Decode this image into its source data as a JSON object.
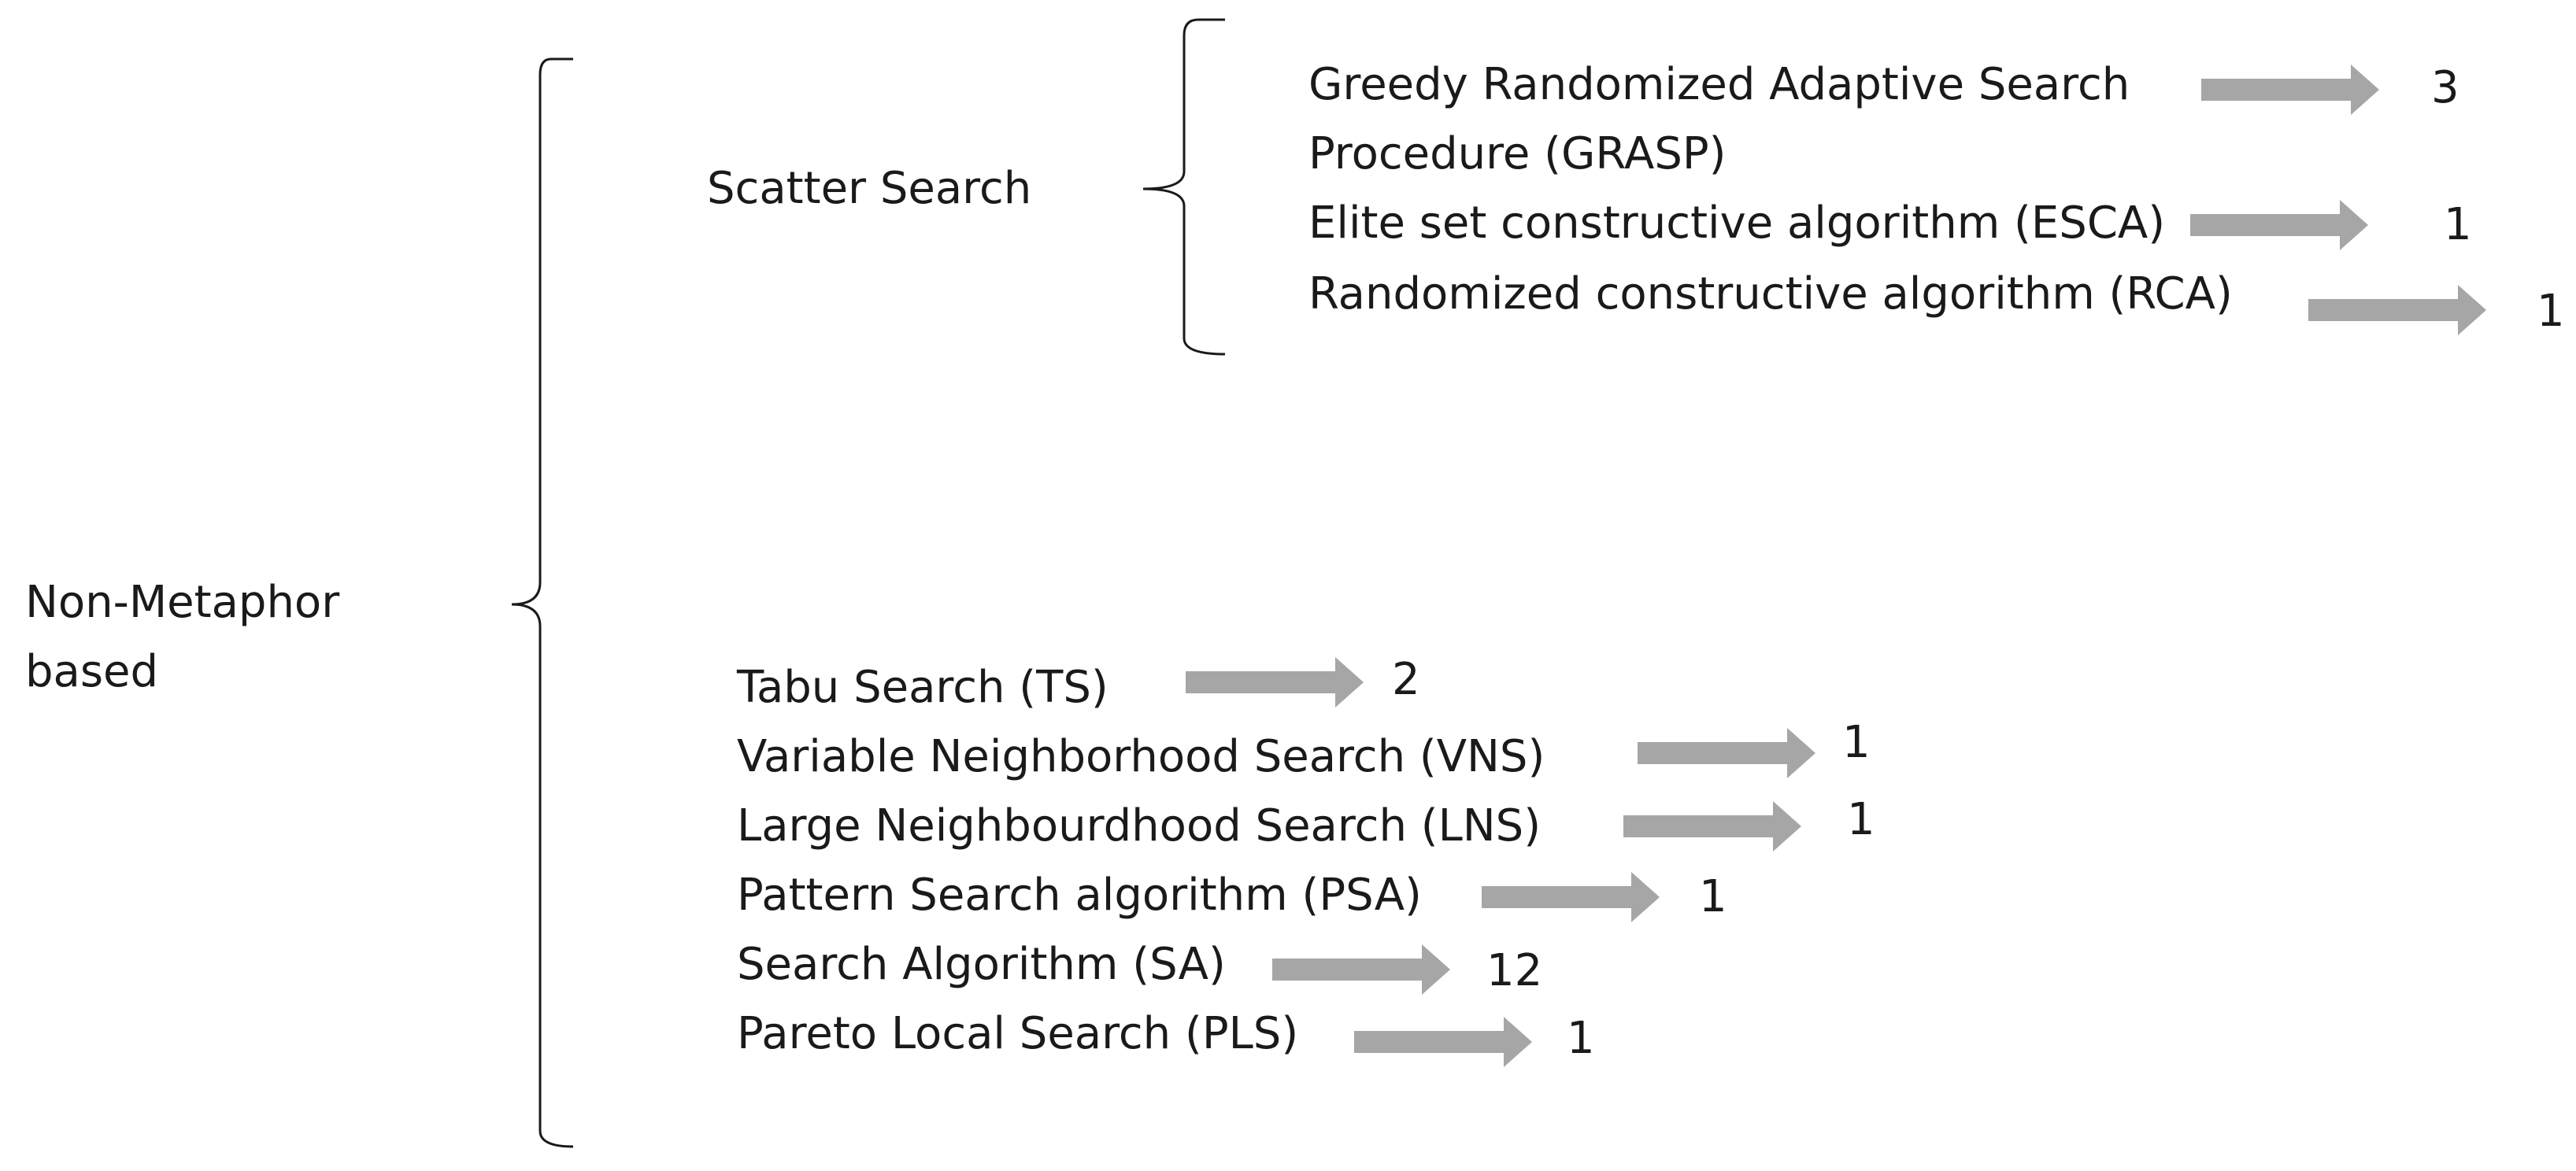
{
  "root": {
    "line1": "Non-Metaphor",
    "line2": "based"
  },
  "scatter_search": {
    "label": "Scatter Search",
    "items": [
      {
        "label_line1": "Greedy Randomized Adaptive Search",
        "label_line2": "Procedure (GRASP)",
        "count": "3"
      },
      {
        "label": "Elite set constructive algorithm (ESCA)",
        "count": "1"
      },
      {
        "label": "Randomized constructive algorithm (RCA)",
        "count": "1"
      }
    ]
  },
  "other_methods": {
    "items": [
      {
        "label": "Tabu Search (TS)",
        "count": "2"
      },
      {
        "label": "Variable Neighborhood Search (VNS)",
        "count": "1"
      },
      {
        "label": "Large Neighbourdhood Search (LNS)",
        "count": "1"
      },
      {
        "label": "Pattern Search algorithm (PSA)",
        "count": "1"
      },
      {
        "label": "Search Algorithm (SA)",
        "count": "12"
      },
      {
        "label": "Pareto Local Search (PLS)",
        "count": "1"
      }
    ]
  },
  "colors": {
    "arrow": "#a6a6a6",
    "text": "#1a1a1a",
    "brace": "#1a1a1a"
  }
}
